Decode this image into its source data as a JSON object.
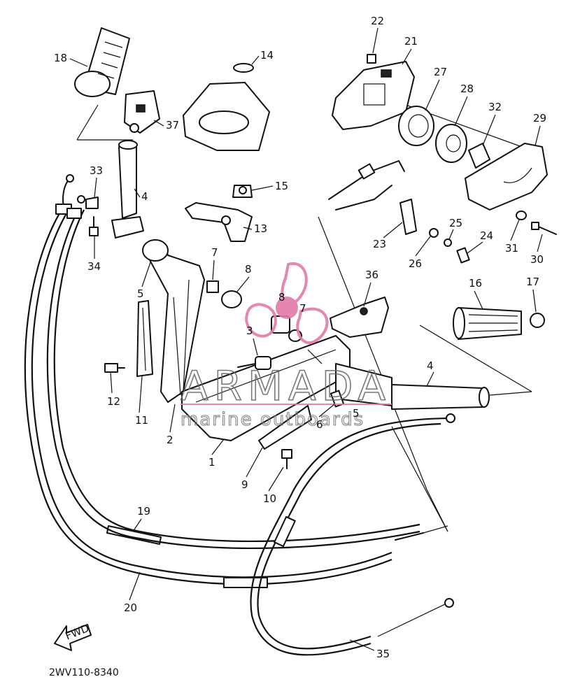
{
  "diagram": {
    "code": "2WV110-8340",
    "fwd_label": "FWD",
    "watermark": {
      "brand": "ARMADA",
      "tagline": "marine outboards",
      "accent_color": "#e27aa8"
    },
    "part_labels": [
      "18",
      "37",
      "14",
      "22",
      "21",
      "27",
      "28",
      "32",
      "29",
      "33",
      "4",
      "15",
      "13",
      "34",
      "7",
      "8",
      "5",
      "3",
      "12",
      "11",
      "2",
      "1",
      "9",
      "10",
      "6",
      "19",
      "20",
      "35",
      "23",
      "26",
      "25",
      "24",
      "31",
      "30",
      "36",
      "16",
      "17"
    ]
  },
  "colors": {
    "ink": "#111111",
    "background": "#ffffff",
    "watermark_gray": "#6a6a6a",
    "watermark_pink": "#e27aa8"
  }
}
